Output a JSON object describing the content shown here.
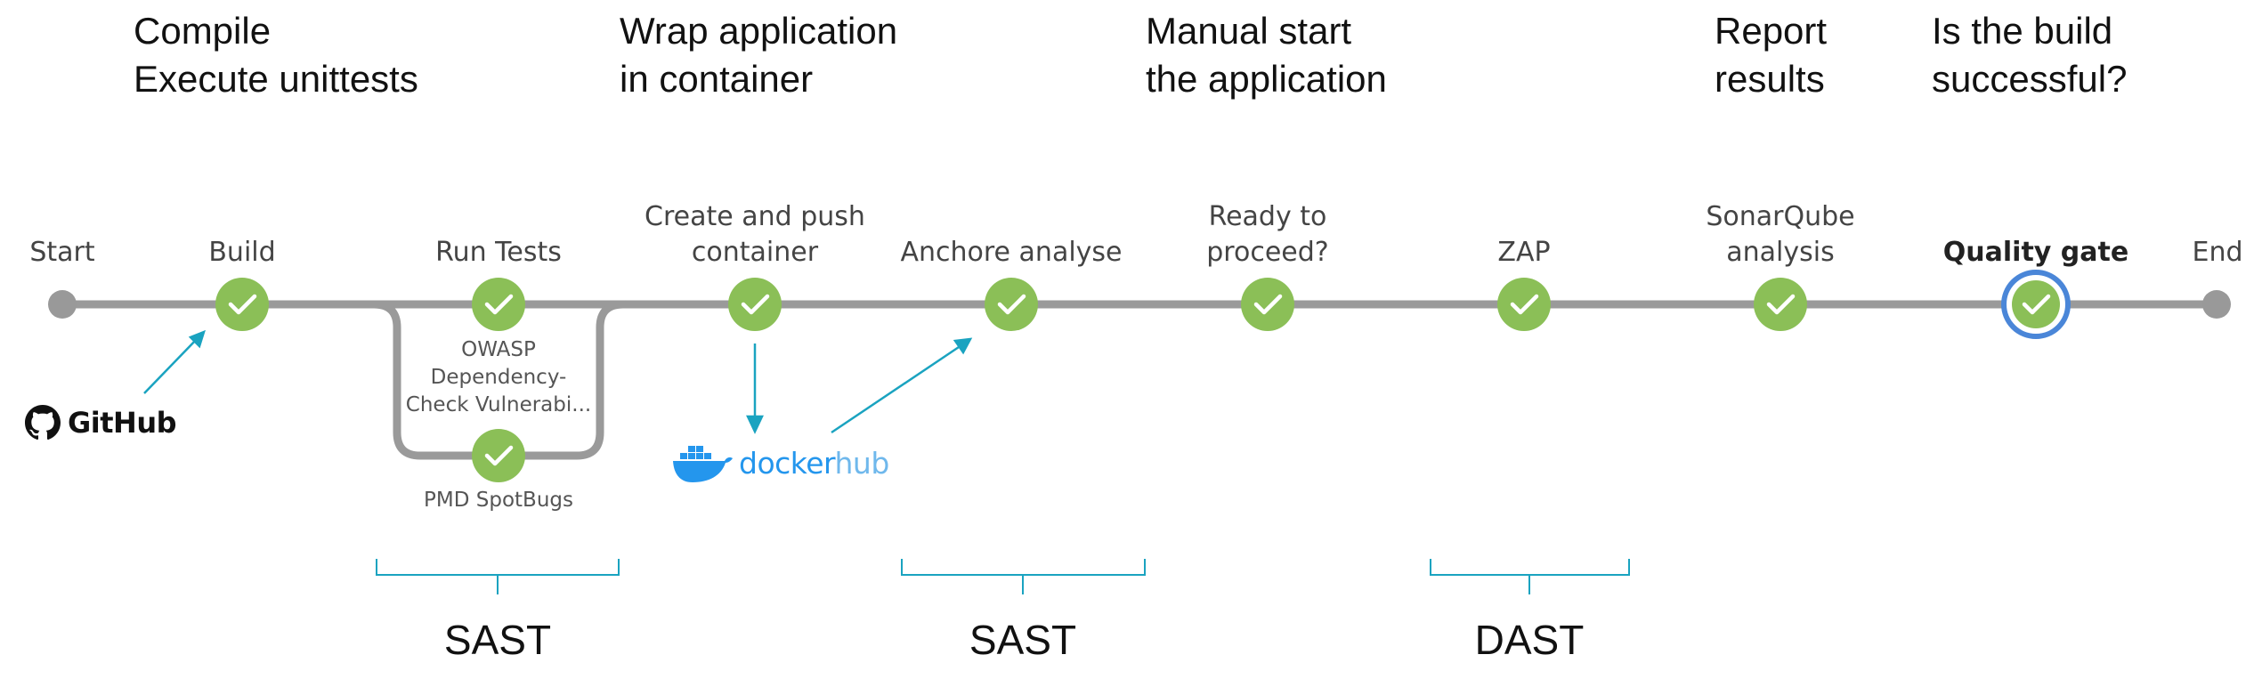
{
  "annotations": [
    {
      "text": "Compile\nExecute unittests"
    },
    {
      "text": "Wrap application\nin container"
    },
    {
      "text": "Manual start\nthe application"
    },
    {
      "text": "Report\nresults"
    },
    {
      "text": "Is the build\nsuccessful?"
    }
  ],
  "stages": {
    "start": "Start",
    "build": "Build",
    "run_tests": "Run Tests",
    "create_push": "Create and push\ncontainer",
    "anchore": "Anchore analyse",
    "ready": "Ready to\nproceed?",
    "zap": "ZAP",
    "sonarqube": "SonarQube\nanalysis",
    "quality_gate": "Quality gate",
    "end": "End"
  },
  "parallel_stages": {
    "owasp": "OWASP\nDependency-\nCheck Vulnerabi...",
    "pmd": "PMD SpotBugs"
  },
  "security_labels": {
    "sast_1": "SAST",
    "sast_2": "SAST",
    "dast": "DAST"
  },
  "logos": {
    "github": "GitHub",
    "docker": "docker",
    "hub": "hub"
  },
  "colors": {
    "success": "#8BBF57",
    "line": "#9a9a9a",
    "endpoint": "#999999",
    "arrow": "#1aa3c0",
    "selected_ring": "#4a86d8",
    "bracket": "#1aa3c0",
    "docker_blue": "#2496ED"
  },
  "icons": {
    "stage_status": "check-icon",
    "github_logo": "github-octocat-icon",
    "docker_logo": "docker-whale-icon"
  }
}
